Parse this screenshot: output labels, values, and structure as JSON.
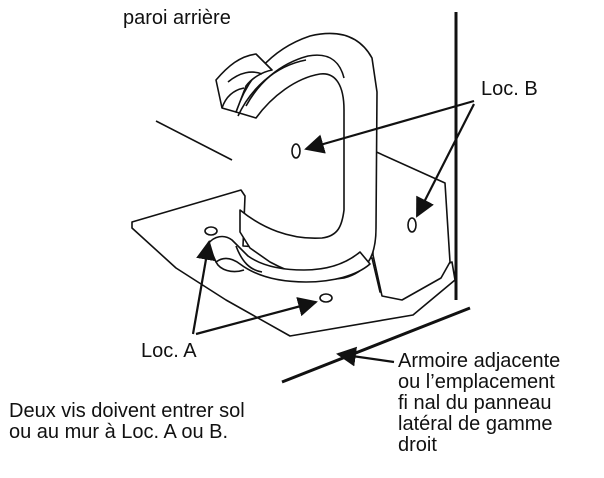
{
  "labels": {
    "back_wall": "paroi arrière",
    "loc_b": "Loc. B",
    "loc_a": "Loc. A",
    "cabinet": [
      "Armoire adjacente",
      "ou l’emplacement",
      "fi nal du panneau",
      "latéral de gamme",
      "droit"
    ],
    "note": [
      "Deux vis doivent entrer sol",
      "ou au mur à Loc. A ou B."
    ]
  },
  "colors": {
    "ink": "#111111",
    "paper": "#ffffff"
  }
}
